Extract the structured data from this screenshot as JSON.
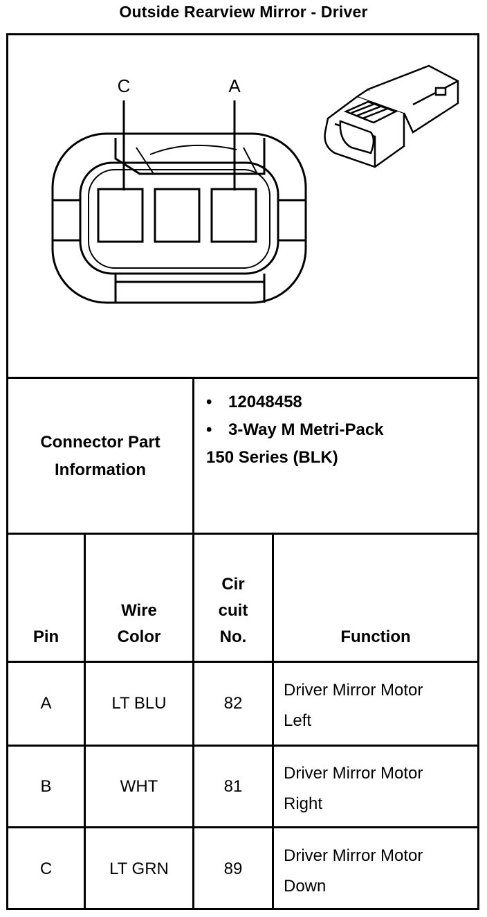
{
  "title": "Outside Rearview Mirror - Driver",
  "connector_view": {
    "pin_labels": [
      "C",
      "A"
    ]
  },
  "connector_part": {
    "label_line1": "Connector Part",
    "label_line2": "Information",
    "bullets": [
      "12048458",
      "3-Way M Metri-Pack"
    ],
    "continuation": "150 Series (BLK)",
    "bullet_symbol": "•"
  },
  "table": {
    "headers": {
      "pin": "Pin",
      "wire_color_1": "Wire",
      "wire_color_2": "Color",
      "circuit_1": "Cir",
      "circuit_2": "cuit",
      "circuit_3": "No.",
      "function": "Function"
    },
    "rows": [
      {
        "pin": "A",
        "color": "LT BLU",
        "circuit": "82",
        "function_1": "Driver Mirror Motor",
        "function_2": "Left"
      },
      {
        "pin": "B",
        "color": "WHT",
        "circuit": "81",
        "function_1": "Driver Mirror Motor",
        "function_2": "Right"
      },
      {
        "pin": "C",
        "color": "LT GRN",
        "circuit": "89",
        "function_1": "Driver Mirror Motor",
        "function_2": "Down"
      }
    ]
  }
}
